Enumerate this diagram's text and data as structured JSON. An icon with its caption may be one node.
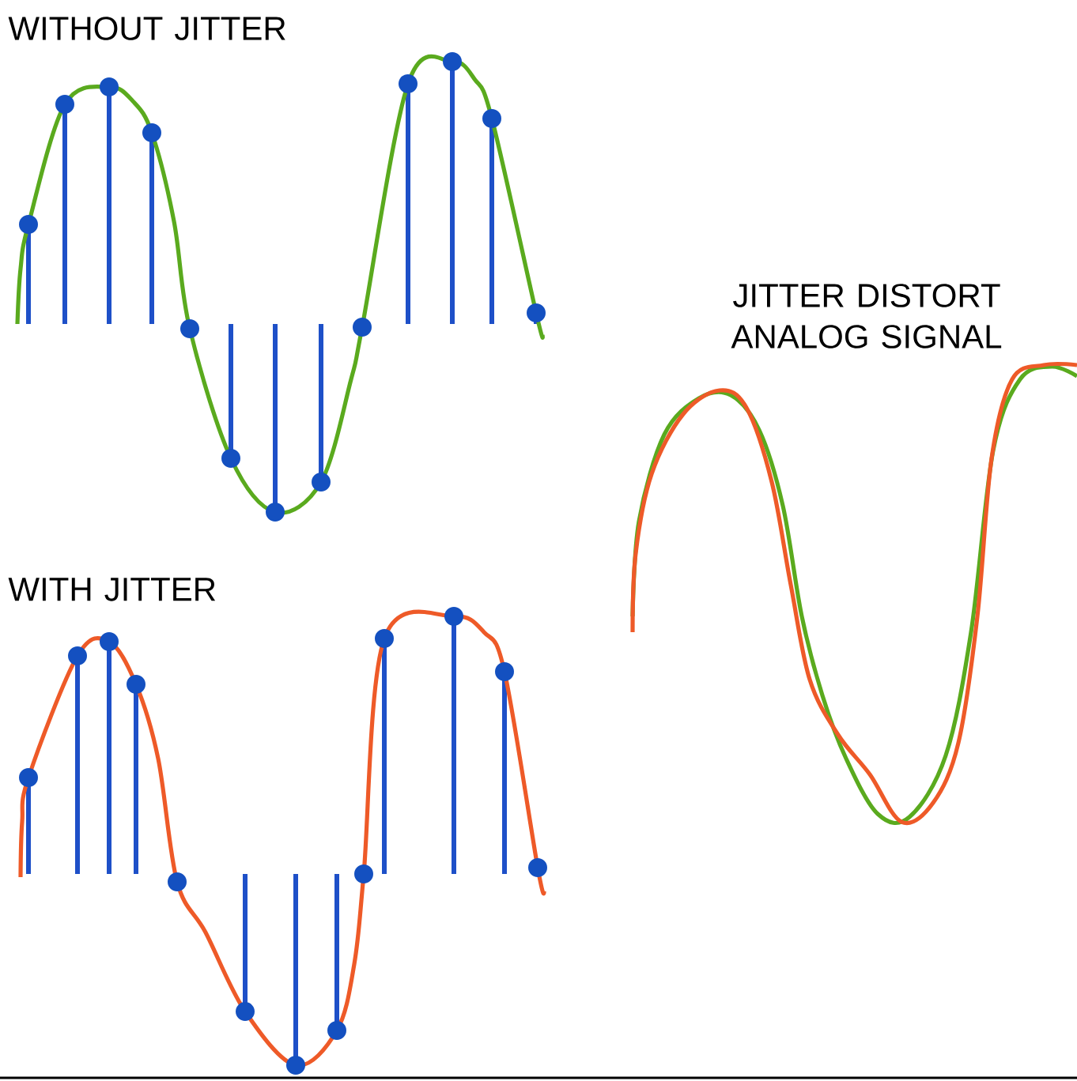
{
  "diagram": {
    "labels": [
      "WITHOUT JITTER",
      "JITTER DISTORT ANALOG SIGNAL",
      "WITH JITTER"
    ]
  }
}
